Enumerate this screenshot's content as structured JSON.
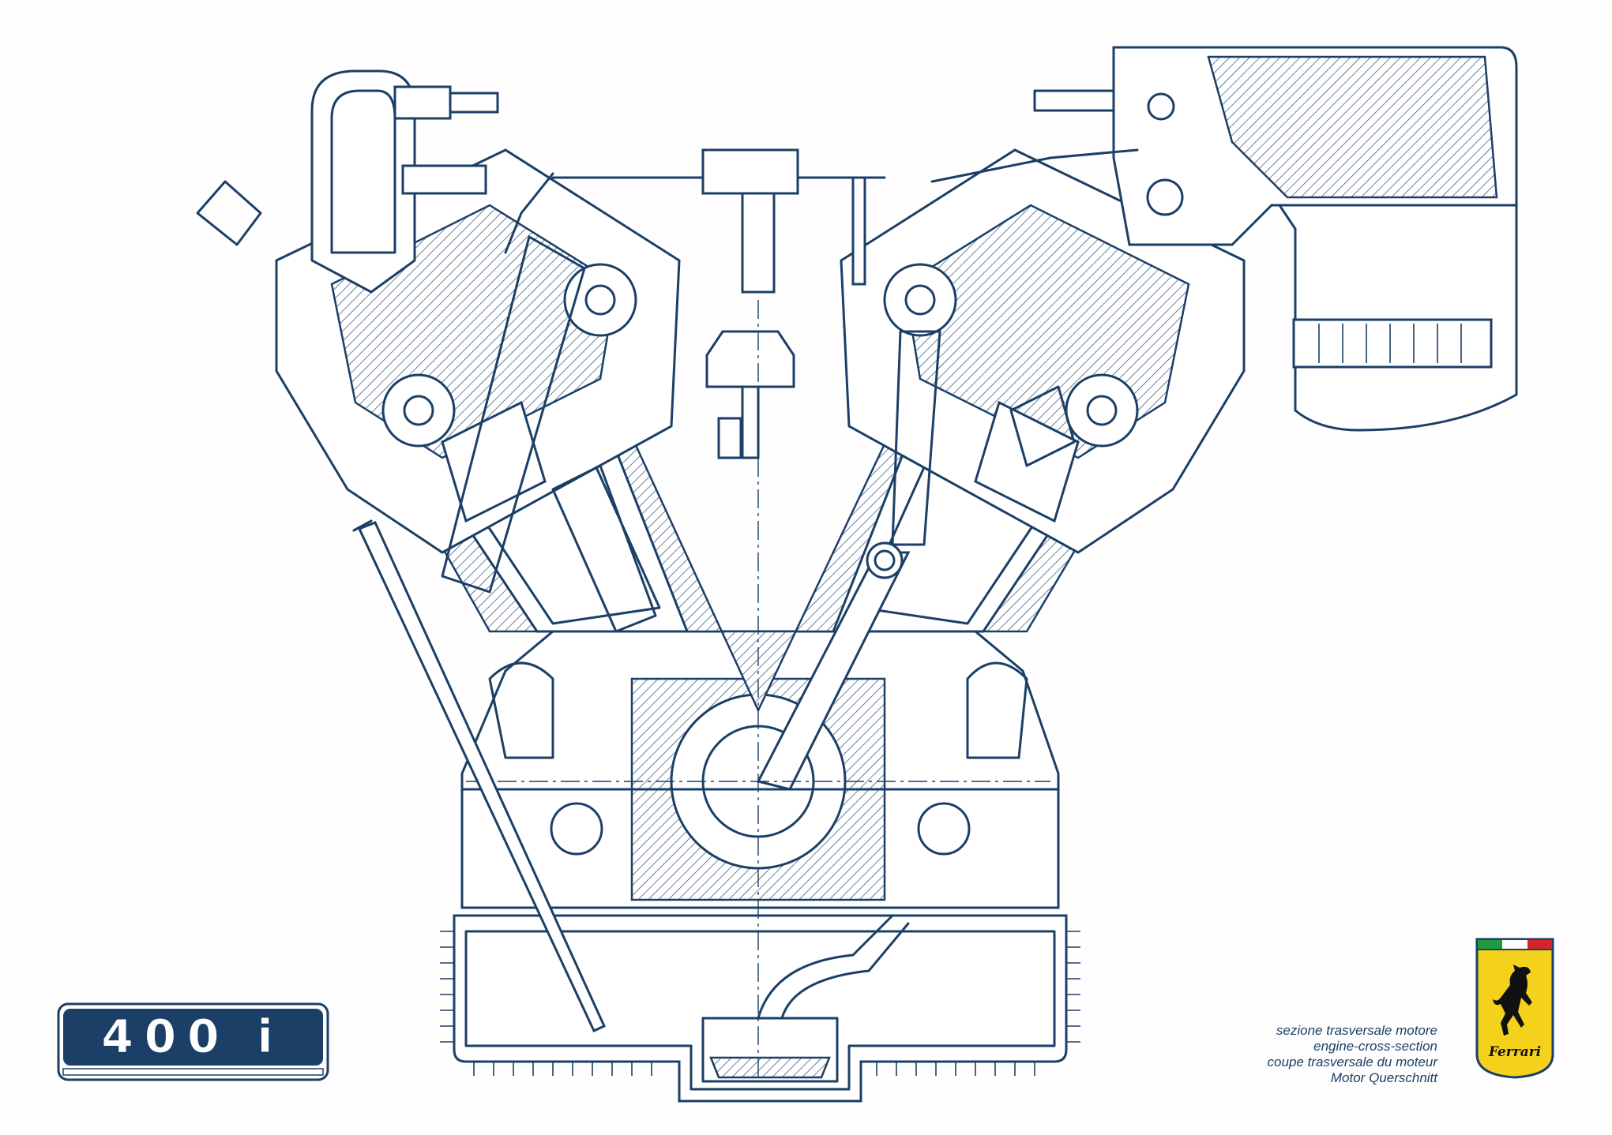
{
  "badge": {
    "model": "400 i"
  },
  "caption": {
    "lines": [
      "sezione trasversale motore",
      "engine-cross-section",
      "coupe trasversale du moteur",
      "Motor Querschnitt"
    ]
  },
  "logo": {
    "brand": "Ferrari",
    "icon": "prancing-horse-icon"
  },
  "colors": {
    "ink": "#1b3f66",
    "logo_yellow": "#f4d21c",
    "flag_green": "#1f9a3c",
    "flag_red": "#d6242b"
  }
}
